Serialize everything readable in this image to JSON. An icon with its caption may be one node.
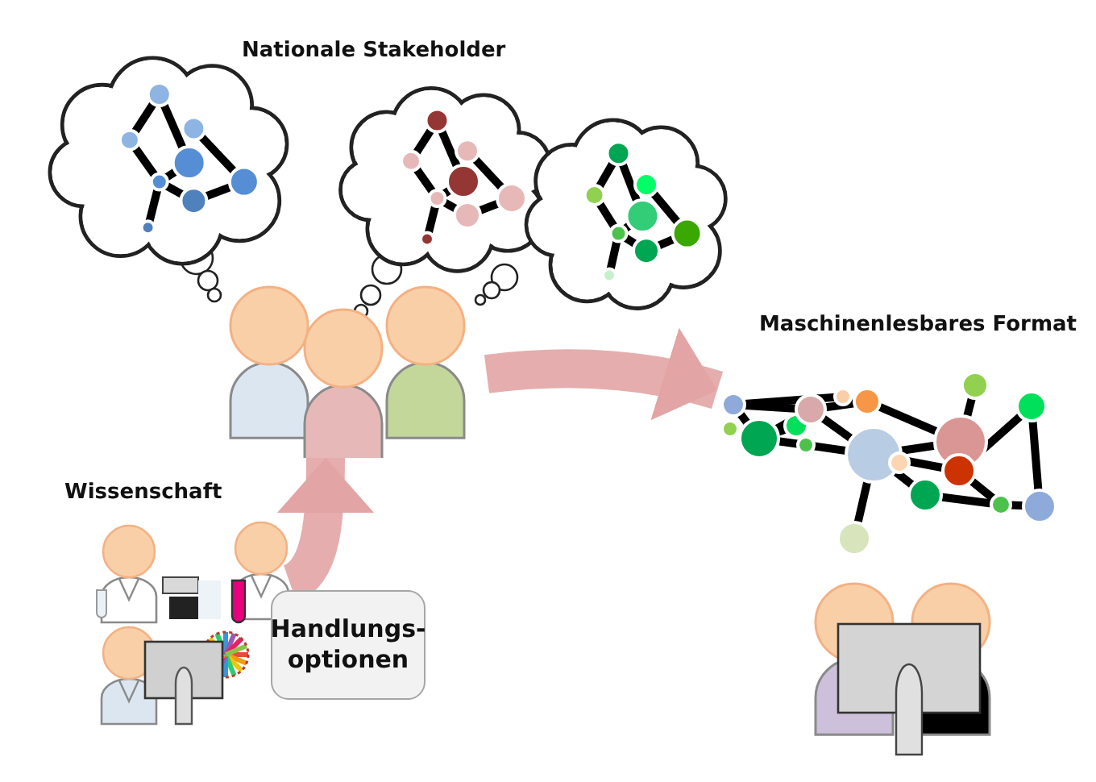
{
  "diagram": {
    "nodes": [
      {
        "text": [],
        "shape": "person"
      },
      {
        "text": [
          "Maschinenlesbares Format"
        ]
      },
      {
        "text": [
          "Wissenschaft"
        ]
      },
      {
        "text": [
          "Handlungs- optionen"
        ]
      }
    ],
    "edges": [
      {
        "from": 0,
        "to": 1,
        "arrow": "to"
      },
      {
        "from": 2,
        "to": 0,
        "arrow": "to"
      }
    ],
    "labels": [
      "Nationale Stakeholder"
    ]
  }
}
